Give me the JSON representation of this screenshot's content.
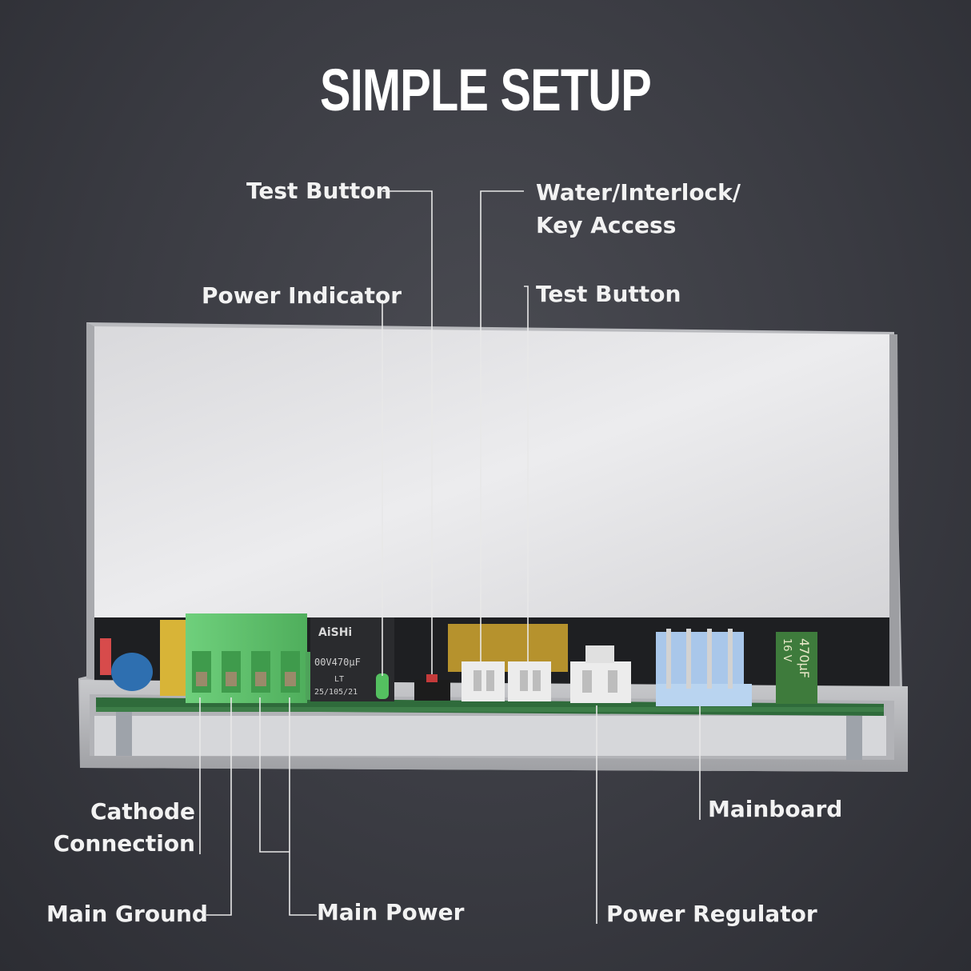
{
  "title": "SIMPLE SETUP",
  "labels": {
    "test_button_top": "Test Button",
    "water_interlock_line1": "Water/Interlock/",
    "water_interlock_line2": "Key Access",
    "power_indicator": "Power Indicator",
    "test_button_right": "Test Button",
    "cathode_line1": "Cathode",
    "cathode_line2": "Connection",
    "main_ground": "Main Ground",
    "main_power": "Main Power",
    "mainboard": "Mainboard",
    "power_regulator": "Power Regulator"
  },
  "components": {
    "capacitor_brand": "AiSHi",
    "capacitor_rating": "00V470μF",
    "capacitor_code1": "LT",
    "capacitor_code2": "25/105/21",
    "small_cap_rating": "470μF",
    "small_cap_voltage": "16 V"
  },
  "colors": {
    "background": "#3a3b42",
    "cover": "#e6e6e8",
    "terminal": "#5cbf6a",
    "pcb": "#2f6b3b"
  }
}
